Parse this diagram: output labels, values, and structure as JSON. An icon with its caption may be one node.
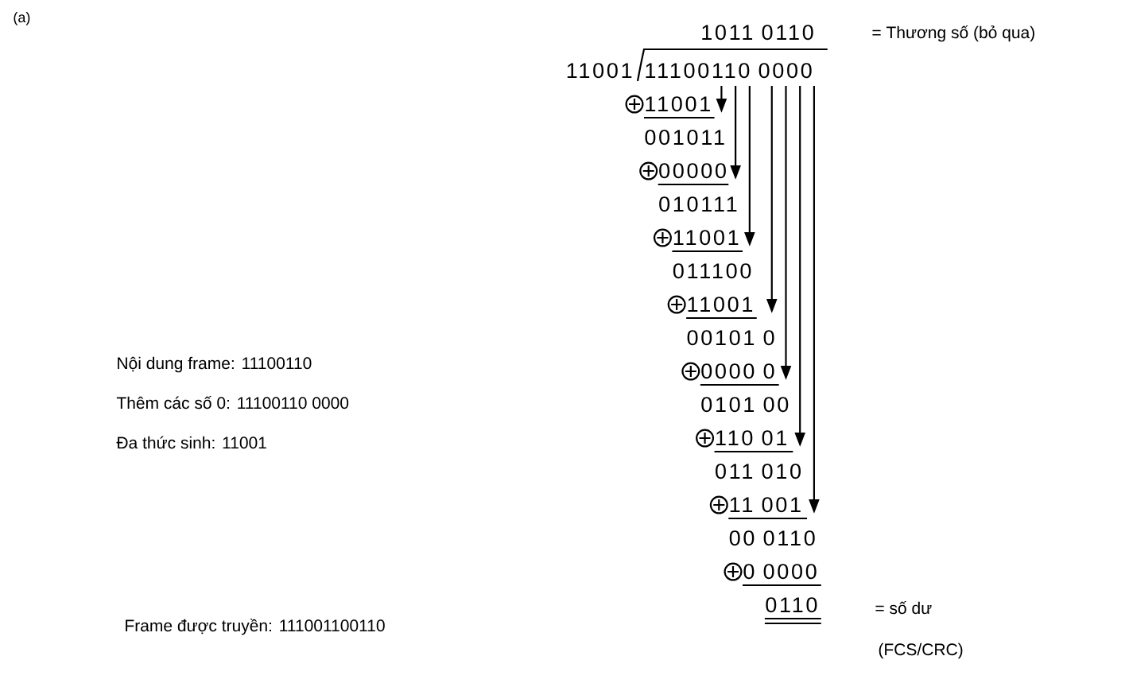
{
  "diagram": {
    "labels": [
      "(a)",
      "1011 0110",
      "= Thương số (bỏ qua)",
      "11001",
      "11100110 0000",
      "11001",
      "001011",
      "00000",
      "010111",
      "11001",
      "011100",
      "11001",
      "00101 0",
      "0000 0",
      "0101 00",
      "110 01",
      "011 010",
      "11 001",
      "00 0110",
      "0 0000",
      "0110",
      "= số dư",
      "(FCS/CRC)",
      "Nội dung frame: 11100110",
      "Thêm các số 0: 11100110 0000",
      "Đa thức sinh: 11001",
      "Frame được truyền: 111001100110"
    ]
  }
}
